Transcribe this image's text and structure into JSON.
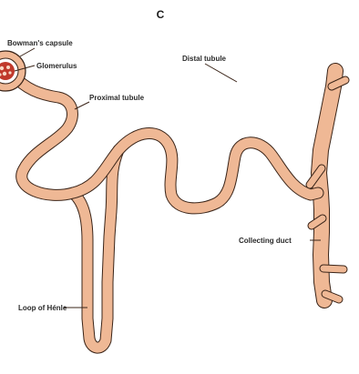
{
  "panel_letter": "C",
  "labels": {
    "bowmans_capsule": "Bowman's capsule",
    "glomerulus": "Glomerulus",
    "proximal_tubule": "Proximal tubule",
    "distal_tubule": "Distal tubule",
    "collecting_duct": "Collecting duct",
    "loop_of_henle": "Loop of Hénle"
  },
  "colors": {
    "tubule_fill": "#efb895",
    "tubule_outline": "#3a2418",
    "glomerulus": "#c0392b"
  }
}
